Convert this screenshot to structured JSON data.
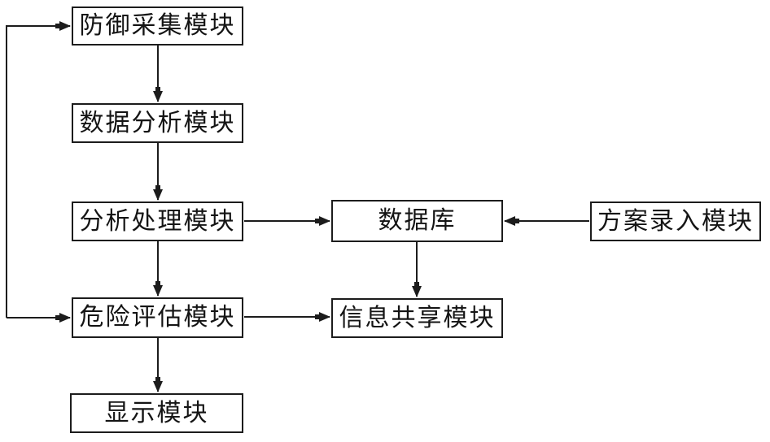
{
  "diagram": {
    "title": "defense-system-flow-diagram",
    "background_color": "#ffffff",
    "line_color": "#1c1c1c",
    "text_color": "#141414",
    "nodes": {
      "defense_collection": {
        "label": "防御采集模块"
      },
      "data_analysis": {
        "label": "数据分析模块"
      },
      "analysis_processing": {
        "label": "分析处理模块"
      },
      "risk_assessment": {
        "label": "危险评估模块"
      },
      "display": {
        "label": "显示模块"
      },
      "database": {
        "label": "数据库"
      },
      "info_sharing": {
        "label": "信息共享模块"
      },
      "plan_entry": {
        "label": "方案录入模块"
      }
    },
    "edges": [
      {
        "from": "defense_collection",
        "to": "data_analysis",
        "direction": "down"
      },
      {
        "from": "data_analysis",
        "to": "analysis_processing",
        "direction": "down"
      },
      {
        "from": "analysis_processing",
        "to": "risk_assessment",
        "direction": "down"
      },
      {
        "from": "risk_assessment",
        "to": "display",
        "direction": "down"
      },
      {
        "from": "analysis_processing",
        "to": "database",
        "direction": "right"
      },
      {
        "from": "plan_entry",
        "to": "database",
        "direction": "left"
      },
      {
        "from": "database",
        "to": "info_sharing",
        "direction": "down"
      },
      {
        "from": "risk_assessment",
        "to": "info_sharing",
        "direction": "right"
      },
      {
        "from": "left_feedback_line",
        "to": "defense_collection",
        "direction": "right"
      },
      {
        "from": "left_feedback_line",
        "to": "risk_assessment",
        "direction": "right"
      }
    ]
  }
}
